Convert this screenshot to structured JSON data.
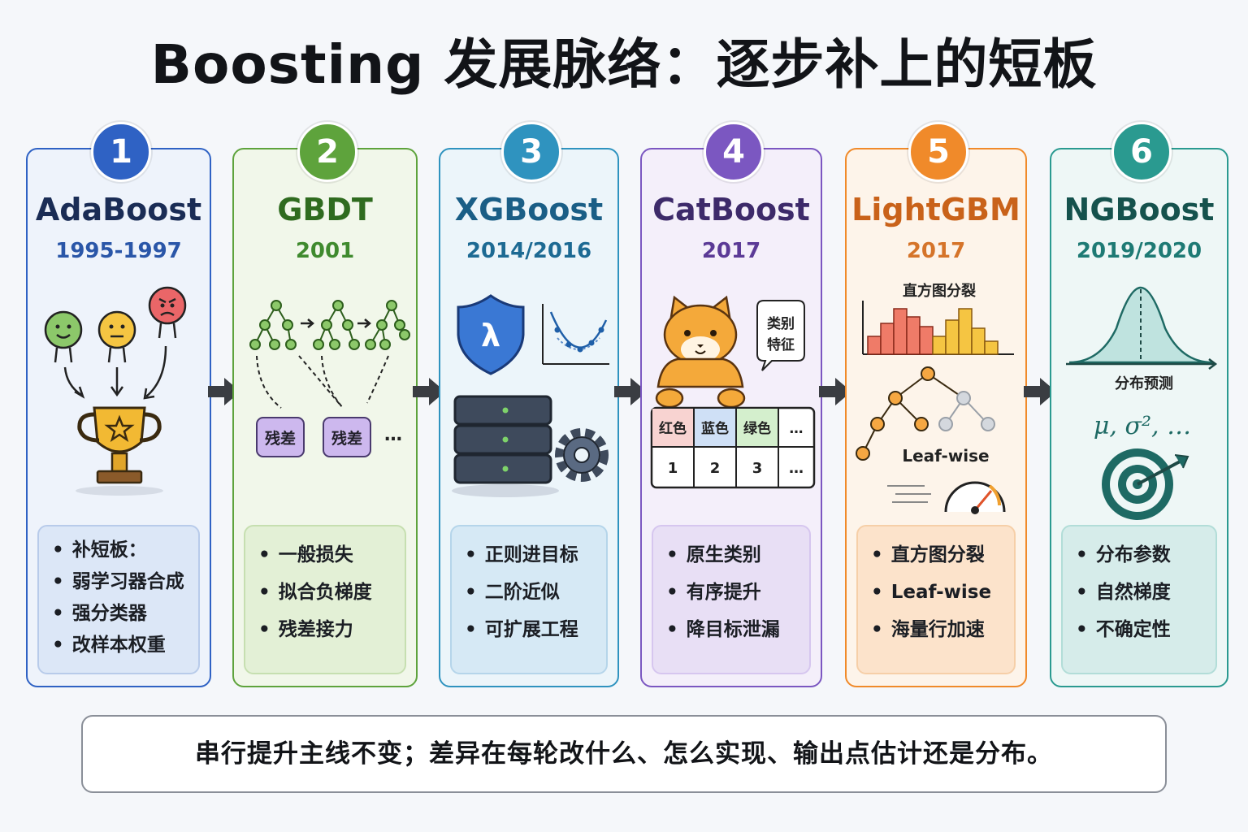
{
  "title": "Boosting 发展脉络：逐步补上的短板",
  "cards": [
    {
      "num": "1",
      "name": "AdaBoost",
      "year": "1995-1997",
      "bullets": [
        "补短板：",
        "弱学习器合成",
        "强分类器",
        "改样本权重"
      ],
      "color": "#1f4fa3",
      "bg": "#e9f0fb",
      "box": "#dbe6f6"
    },
    {
      "num": "2",
      "name": "GBDT",
      "year": "2001",
      "bullets": [
        "一般损失",
        "拟合负梯度",
        "残差接力"
      ],
      "color": "#3f8a2e",
      "bg": "#eef6e6",
      "box": "#e0eed3"
    },
    {
      "num": "3",
      "name": "XGBoost",
      "year": "2014/2016",
      "bullets": [
        "正则进目标",
        "二阶近似",
        "可扩展工程"
      ],
      "color": "#1d6a93",
      "bg": "#e6f2f9",
      "box": "#d5e8f3"
    },
    {
      "num": "4",
      "name": "CatBoost",
      "year": "2017",
      "bullets": [
        "原生类别",
        "有序提升",
        "降目标泄漏"
      ],
      "color": "#5b3a96",
      "bg": "#f1ecf8",
      "box": "#e4dbf2"
    },
    {
      "num": "5",
      "name": "LightGBM",
      "year": "2017",
      "bullets": [
        "直方图分裂",
        "Leaf-wise",
        "海量行加速"
      ],
      "color": "#d5742a",
      "bg": "#fdf1e6",
      "box": "#fbe3cf"
    },
    {
      "num": "6",
      "name": "NGBoost",
      "year": "2019/2020",
      "bullets": [
        "分布参数",
        "自然梯度",
        "不确定性"
      ],
      "color": "#1e7a74",
      "bg": "#e8f5f3",
      "box": "#d4ecea"
    }
  ],
  "illustrations": {
    "gbdt_residual": "残差",
    "gbdt_more": "…",
    "xgb_lambda": "λ",
    "cat_bubble_1": "类别",
    "cat_bubble_2": "特征",
    "cat_headers": [
      "红色",
      "蓝色",
      "绿色",
      "…"
    ],
    "cat_values": [
      "1",
      "2",
      "3",
      "…"
    ],
    "lgbm_hist_label": "直方图分裂",
    "lgbm_leafwise": "Leaf-wise",
    "ng_dist_label": "分布预测",
    "ng_params": "μ, σ², …"
  },
  "footer": "串行提升主线不变；差异在每轮改什么、怎么实现、输出点估计还是分布。",
  "badge_colors": [
    "#2f62c4",
    "#5ea33c",
    "#2f93bf",
    "#7b57c1",
    "#f08a2a",
    "#2a9a90"
  ]
}
